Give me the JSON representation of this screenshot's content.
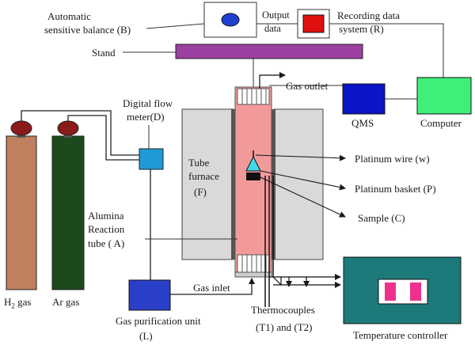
{
  "labels": {
    "balance_line1": "Automatic",
    "balance_line2": "sensitive balance",
    "balance_code": "(B)",
    "output_line1": "Output",
    "output_line2": "data",
    "recording_line1": "Recording data",
    "recording_line2": "system",
    "recording_code": "(R)",
    "stand": "Stand",
    "gas_outlet": "Gas outlet",
    "qms": "QMS",
    "computer": "Computer",
    "flow_line1": "Digital flow",
    "flow_line2": "meter",
    "flow_code": "(D)",
    "tube_line1": "Tube",
    "tube_line2": "furnace",
    "tube_code": "(F)",
    "platinum_wire": "Platinum wire",
    "platinum_wire_code": "(w)",
    "platinum_basket": "Platinum basket",
    "platinum_basket_code": "(P)",
    "sample": "Sample",
    "sample_code": "(C)",
    "alumina_line1": "Alumina",
    "alumina_line2": "Reaction",
    "alumina_line3": "tube",
    "alumina_code": "( A)",
    "h2_prefix": "H",
    "h2_sub": "2",
    "h2_suffix": " gas",
    "ar_gas": "Ar gas",
    "gas_inlet": "Gas inlet",
    "purification_line1": "Gas purification unit",
    "purification_code": "(L)",
    "thermocouples_line1": "Thermocouples",
    "thermocouples_line2": "(T1) and  (T2)",
    "temperature_controller": "Temperature controller"
  },
  "colors": {
    "h2_cylinder": "#c0805e",
    "ar_cylinder": "#1c4a1c",
    "valve": "#8b1a1a",
    "flow_meter": "#1f9ad6",
    "stand": "#9b3fa0",
    "qms": "#0a14c8",
    "computer": "#3ef07a",
    "recording": "#e01010",
    "balance_ellipse": "#1f3fd0",
    "reaction_tube": "#f29a9a",
    "furnace": "#d9d9d9",
    "purification": "#2a3fc8",
    "controller": "#1d7a7a",
    "controller_window": "#f0308c",
    "sample_basket": "#40d8e8"
  }
}
